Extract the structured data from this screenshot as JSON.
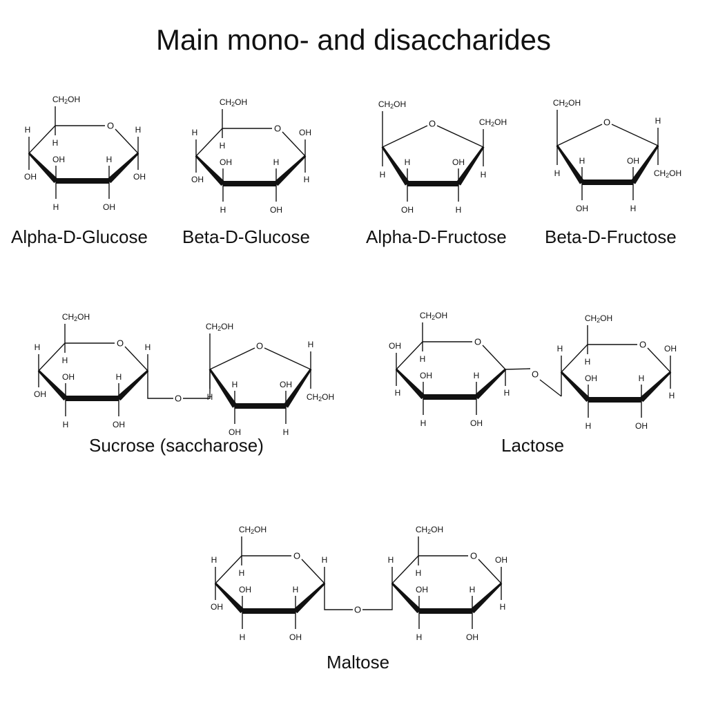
{
  "title": "Main mono- and disaccharides",
  "structures": {
    "alpha_d_glucose": "Alpha-D-Glucose",
    "beta_d_glucose": "Beta-D-Glucose",
    "alpha_d_fructose": "Alpha-D-Fructose",
    "beta_d_fructose": "Beta-D-Fructose",
    "sucrose": "Sucrose (saccharose)",
    "lactose": "Lactose",
    "maltose": "Maltose"
  },
  "atoms": {
    "ring_oxygen": "O",
    "hydrogen": "H",
    "hydroxyl": "OH",
    "hydroxymethyl": "CH2OH"
  },
  "colors": {
    "ink": "#111111",
    "background": "#ffffff"
  }
}
